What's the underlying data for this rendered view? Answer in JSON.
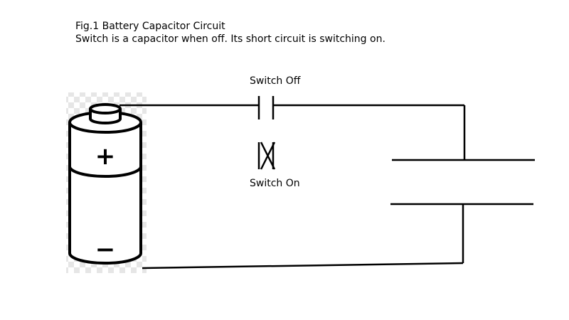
{
  "figure": {
    "title": "Fig.1 Battery Capacitor Circuit",
    "subtitle": "Switch is a capacitor when off. Its short circuit is switching on."
  },
  "battery": {
    "positive_symbol": "+",
    "negative_symbol": "−"
  },
  "switch": {
    "off_label": "Switch Off",
    "on_label": "Switch On"
  },
  "colors": {
    "line": "#000000",
    "background": "#ffffff",
    "checker_light": "#ffffff",
    "checker_dark": "#e6e6e6"
  }
}
